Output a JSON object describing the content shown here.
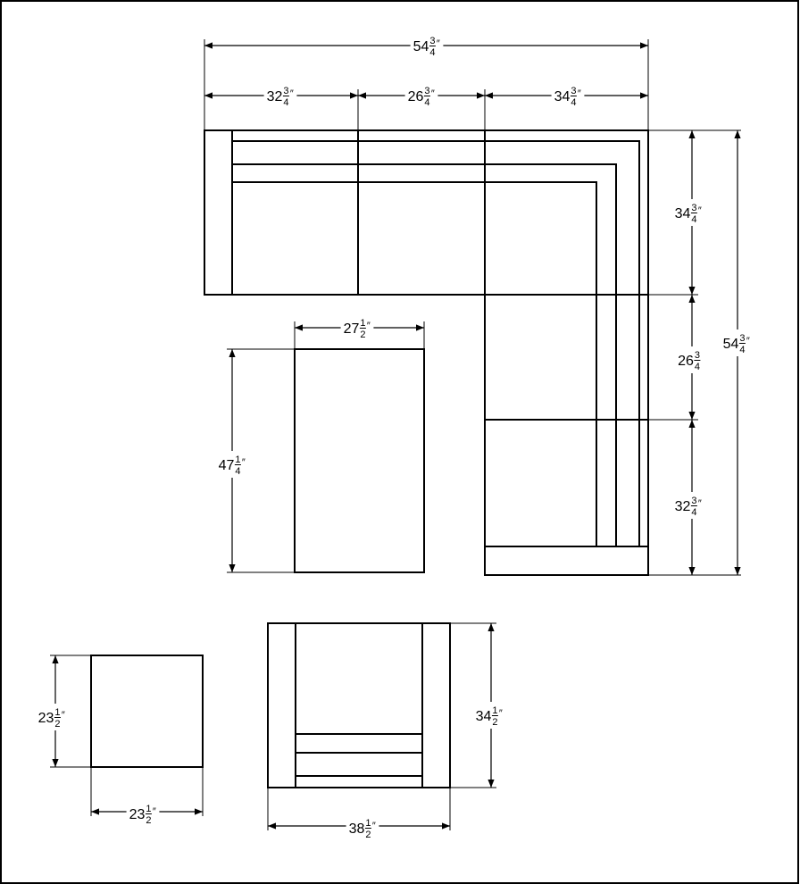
{
  "dimensions": {
    "sectional_total_width": {
      "whole": "54",
      "num": "3",
      "den": "4",
      "unit": "″"
    },
    "sectional_left_width": {
      "whole": "32",
      "num": "3",
      "den": "4",
      "unit": "″"
    },
    "sectional_middle_width": {
      "whole": "26",
      "num": "3",
      "den": "4",
      "unit": "″"
    },
    "sectional_corner_width": {
      "whole": "34",
      "num": "3",
      "den": "4",
      "unit": "″"
    },
    "sectional_corner_depth": {
      "whole": "34",
      "num": "3",
      "den": "4",
      "unit": "″"
    },
    "sectional_middle_depth": {
      "whole": "26",
      "num": "3",
      "den": "4",
      "unit": ""
    },
    "sectional_end_depth": {
      "whole": "32",
      "num": "3",
      "den": "4",
      "unit": "″"
    },
    "sectional_total_depth": {
      "whole": "54",
      "num": "3",
      "den": "4",
      "unit": "″"
    },
    "table_width": {
      "whole": "27",
      "num": "1",
      "den": "2",
      "unit": "″"
    },
    "table_length": {
      "whole": "47",
      "num": "1",
      "den": "4",
      "unit": "″"
    },
    "ottoman_depth": {
      "whole": "23",
      "num": "1",
      "den": "2",
      "unit": "″"
    },
    "ottoman_width": {
      "whole": "23",
      "num": "1",
      "den": "2",
      "unit": "″"
    },
    "chair_depth": {
      "whole": "34",
      "num": "1",
      "den": "2",
      "unit": "″"
    },
    "chair_width": {
      "whole": "38",
      "num": "1",
      "den": "2",
      "unit": "″"
    }
  }
}
